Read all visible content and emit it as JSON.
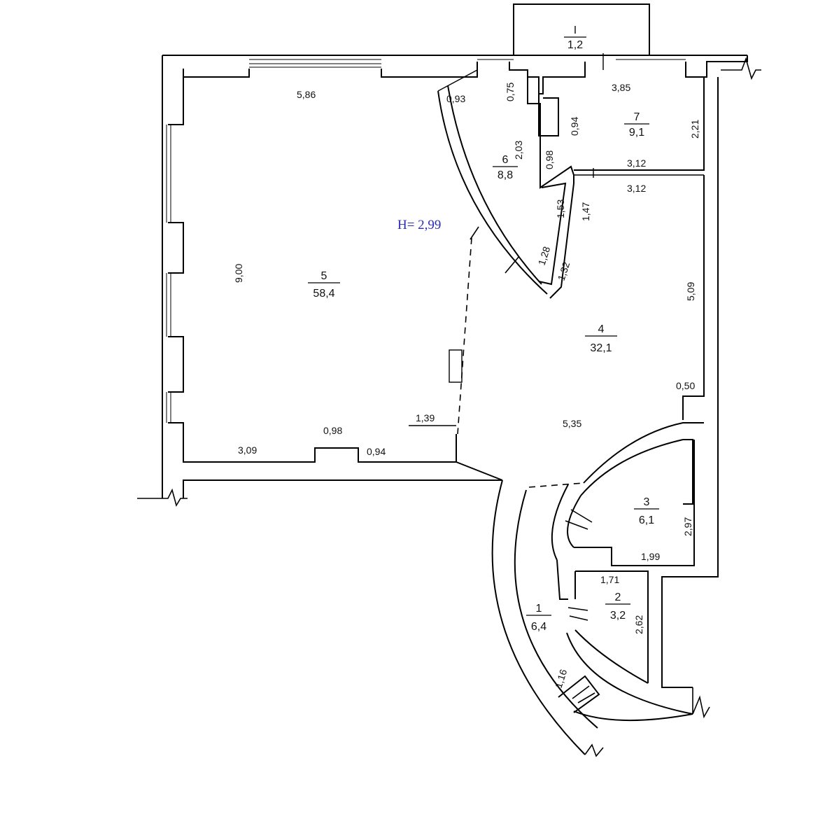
{
  "ceiling_height": "H= 2,99",
  "rooms": [
    {
      "number": "I",
      "area": "1,2"
    },
    {
      "number": "7",
      "area": "9,1"
    },
    {
      "number": "6",
      "area": "8,8"
    },
    {
      "number": "5",
      "area": "58,4"
    },
    {
      "number": "4",
      "area": "32,1"
    },
    {
      "number": "3",
      "area": "6,1"
    },
    {
      "number": "2",
      "area": "3,2"
    },
    {
      "number": "1",
      "area": "6,4"
    }
  ],
  "dimensions": {
    "d586": "5,86",
    "d093": "0,93",
    "d075": "0,75",
    "d385": "3,85",
    "d094": "0,94",
    "d221": "2,21",
    "d203": "2,03",
    "d098a": "0,98",
    "d312a": "3,12",
    "d312b": "3,12",
    "d153": "1,53",
    "d147": "1,47",
    "d128": "1,28",
    "d132": "1,32",
    "d900": "9,00",
    "d509": "5,09",
    "d050": "0,50",
    "d139": "1,39",
    "d098b": "0,98",
    "d309": "3,09",
    "d094b": "0,94",
    "d535": "5,35",
    "d297": "2,97",
    "d199": "1,99",
    "d171": "1,71",
    "d262": "2,62",
    "d116": "1,16"
  }
}
